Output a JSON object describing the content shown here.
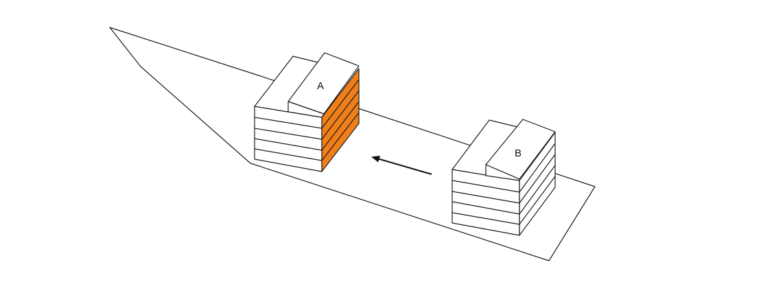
{
  "buildings": {
    "a": {
      "label": "A"
    },
    "b": {
      "label": "B"
    }
  },
  "colors": {
    "highlight_facade": "#f07f1a",
    "line": "#1a1a1a",
    "background": "#ffffff"
  },
  "arrow": {
    "direction": "from B toward A"
  }
}
